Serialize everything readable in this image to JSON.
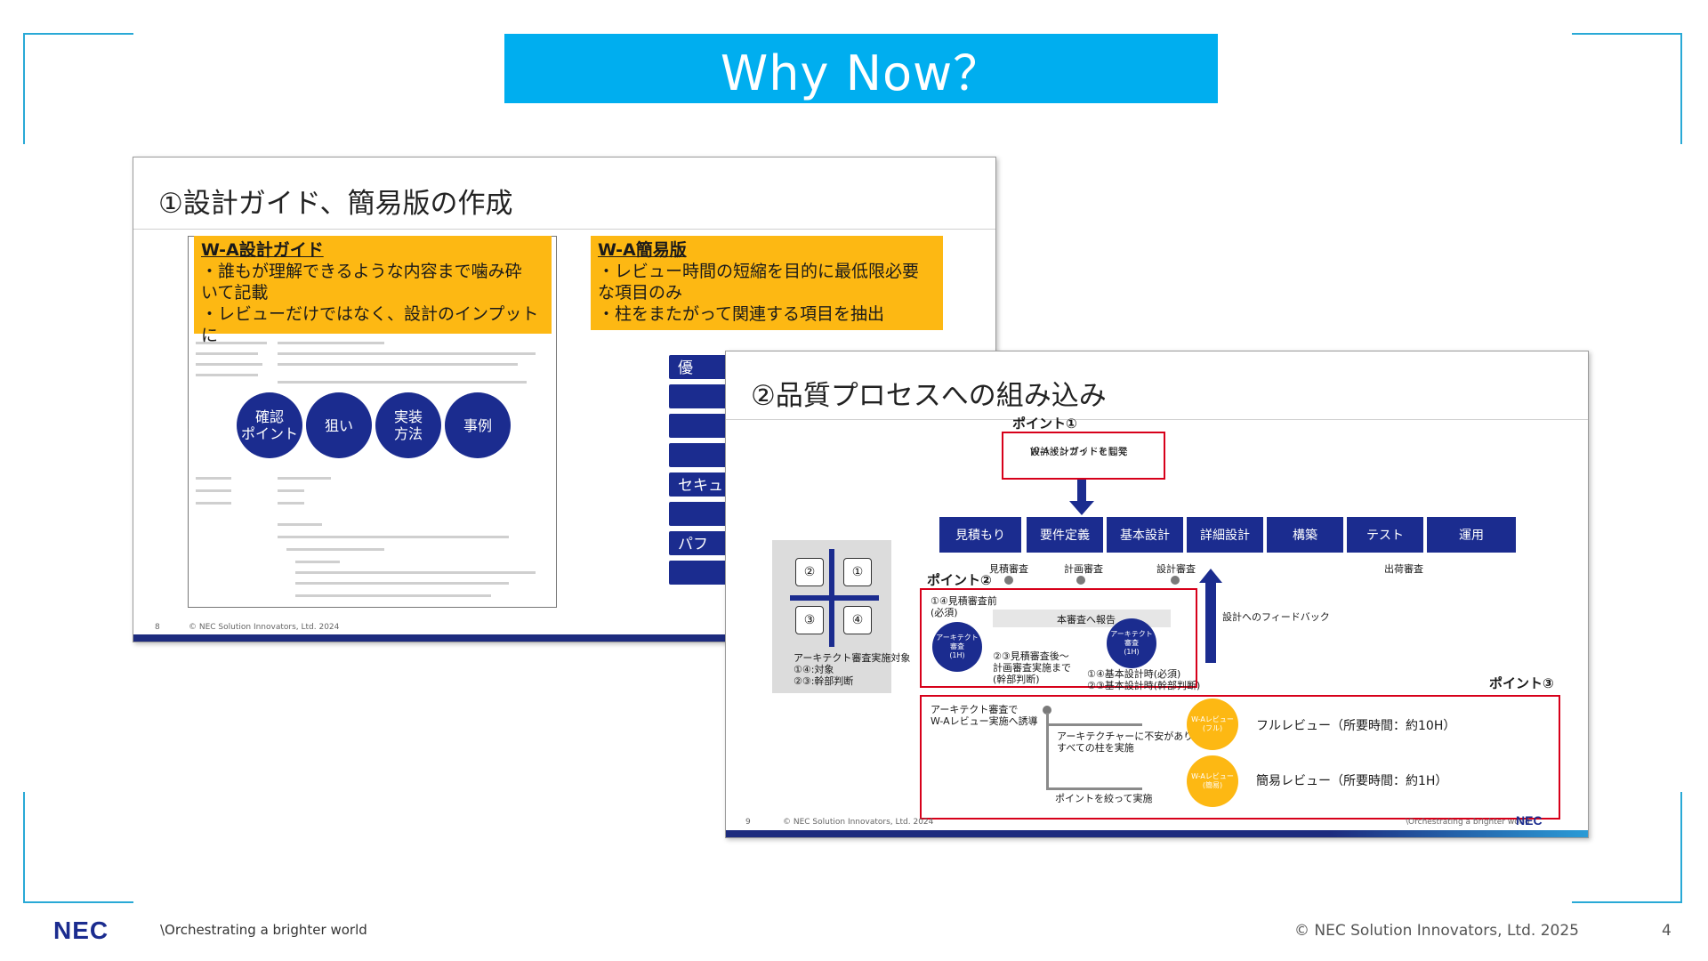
{
  "header": {
    "title": "Why Now？"
  },
  "slide1": {
    "title": "①設計ガイド、簡易版の作成",
    "box1": {
      "heading": "W-A設計ガイド",
      "lines": [
        "・誰もが理解できるような内容まで噛み砕",
        "いて記載",
        "・レビューだけではなく、設計のインプットに"
      ]
    },
    "box2": {
      "heading": "W-A簡易版",
      "lines": [
        "・レビュー時間の短縮を目的に最低限必要",
        "な項目のみ",
        "・柱をまたがって関連する項目を抽出"
      ]
    },
    "circles": [
      "確認\nポイント",
      "狙い",
      "実装\n方法",
      "事例"
    ],
    "bars": [
      "優",
      "",
      "",
      "",
      "セキュ",
      "",
      "パフ",
      ""
    ],
    "page_num": "8",
    "copyright": "© NEC Solution Innovators, Ltd. 2024"
  },
  "slide2": {
    "title": "②品質プロセスへの組み込み",
    "point1": "ポイント①",
    "point1_box": [
      "設計インプットとして",
      "W-A設計ガイドを開発"
    ],
    "phases": [
      "見積もり",
      "要件定義",
      "基本設計",
      "詳細設計",
      "構築",
      "テスト",
      "運用"
    ],
    "reviews": [
      "見積審査",
      "計画審査",
      "設計審査",
      "出荷審査"
    ],
    "point2": "ポイント②",
    "point2_lines": [
      "①④見積審査前",
      "(必須)"
    ],
    "report": "本審査へ報告",
    "arch1": "アーキテクト\n審査\n(1H)",
    "arch2": "アーキテクト\n審査\n(1H)",
    "mid_note": [
      "②③見積審査後～",
      "計画審査実施まで",
      "(幹部判断)"
    ],
    "right_note": [
      "①④基本設計時(必須)",
      "②③基本設計時(幹部判断)"
    ],
    "feedback": "設計へのフィードバック",
    "quad_caption": [
      "アーキテクト審査実施対象",
      "①④:対象",
      "②③:幹部判断"
    ],
    "quad_nums": [
      "②",
      "①",
      "③",
      "④"
    ],
    "point3": "ポイント③",
    "p3_left": [
      "アーキテクト審査で",
      "W-Aレビュー実施へ誘導"
    ],
    "p3_mid": [
      "アーキテクチャーに不安があり",
      "すべての柱を実施"
    ],
    "p3_low": "ポイントを絞って実施",
    "wa_full": "W-Aレビュー\n(フル)",
    "wa_simple": "W-Aレビュー\n(簡易)",
    "full_review": "フルレビュー（所要時間：約10H）",
    "simple_review": "簡易レビュー（所要時間：約1H）",
    "page_num": "9",
    "copyright": "© NEC Solution Innovators, Ltd. 2024",
    "tagline": "\\Orchestrating a brighter world",
    "logo": "NEC"
  },
  "footer": {
    "logo": "NEC",
    "tagline": "\\Orchestrating a brighter world",
    "copyright": "© NEC Solution Innovators, Ltd. 2025",
    "page": "4"
  },
  "colors": {
    "accent": "#00aeef",
    "navy": "#1b2c8f",
    "yellow": "#fdb813",
    "red": "#d7001a"
  }
}
